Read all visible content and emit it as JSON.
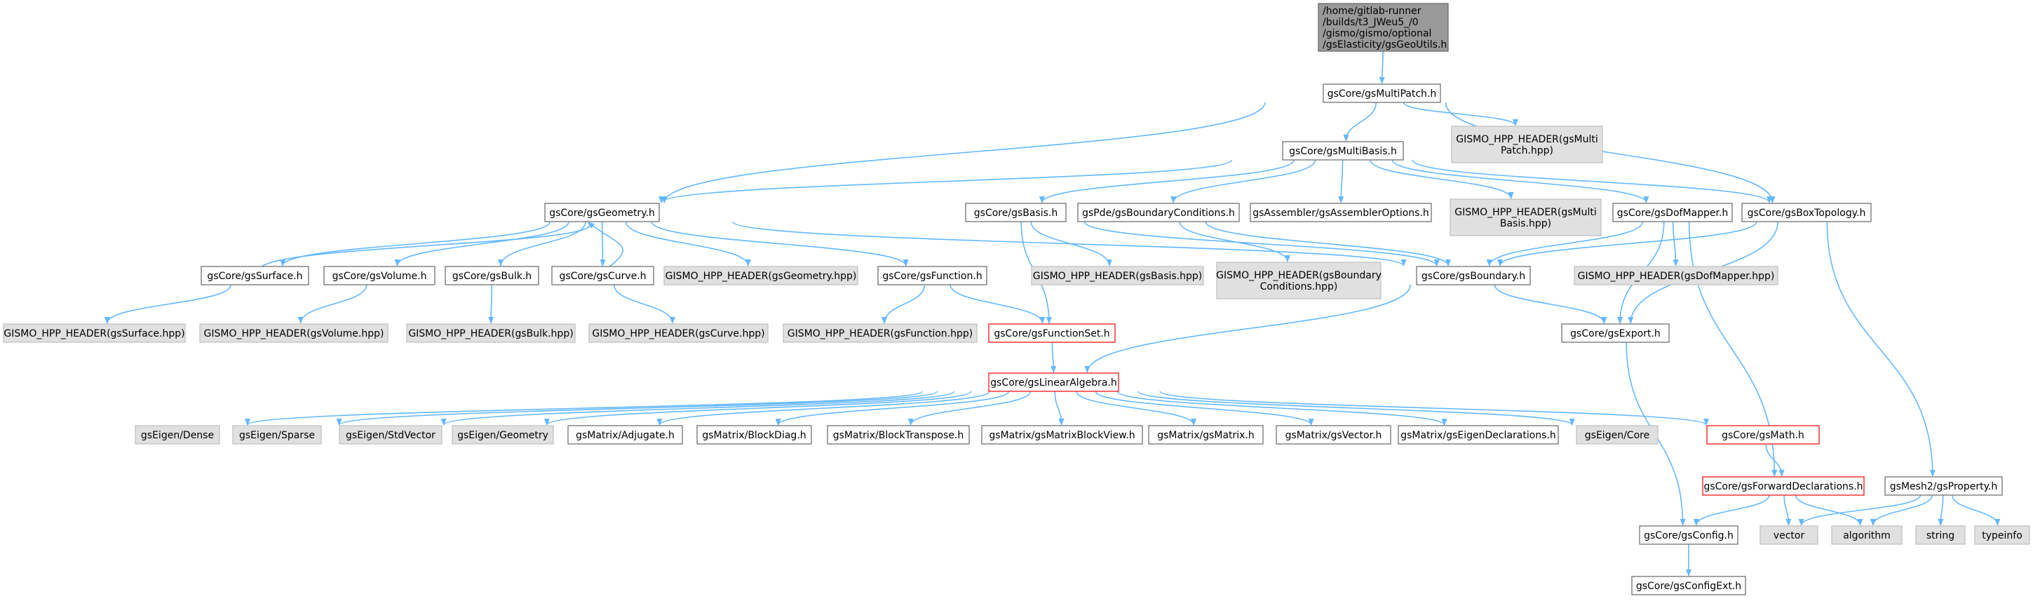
{
  "diagram": {
    "type": "include-dependency-graph",
    "colors": {
      "edge": "#63b8ff",
      "root_fill": "#999999",
      "normal_fill": "#ffffff",
      "normal_border": "#666666",
      "missing_fill": "#e0e0e0",
      "missing_border": "#bfbfbf",
      "truncated_border": "#ff0000"
    },
    "nodes": [
      {
        "id": "root",
        "kind": "root",
        "lines": [
          "/home/gitlab-runner",
          "/builds/t3_JWeu5_/0",
          "/gismo/gismo/optional",
          "/gsElasticity/gsGeoUtils.h"
        ]
      },
      {
        "id": "multipatch",
        "kind": "normal",
        "lines": [
          "gsCore/gsMultiPatch.h"
        ]
      },
      {
        "id": "hdr_multipatch",
        "kind": "missing",
        "lines": [
          "GISMO_HPP_HEADER(gsMulti",
          "Patch.hpp)"
        ]
      },
      {
        "id": "multibasis",
        "kind": "normal",
        "lines": [
          "gsCore/gsMultiBasis.h"
        ]
      },
      {
        "id": "geometry",
        "kind": "normal",
        "lines": [
          "gsCore/gsGeometry.h"
        ]
      },
      {
        "id": "basis",
        "kind": "normal",
        "lines": [
          "gsCore/gsBasis.h"
        ]
      },
      {
        "id": "pdebc",
        "kind": "normal",
        "lines": [
          "gsPde/gsBoundaryConditions.h"
        ]
      },
      {
        "id": "assembleropts",
        "kind": "normal",
        "lines": [
          "gsAssembler/gsAssemblerOptions.h"
        ]
      },
      {
        "id": "hdr_multibasis",
        "kind": "missing",
        "lines": [
          "GISMO_HPP_HEADER(gsMulti",
          "Basis.hpp)"
        ]
      },
      {
        "id": "dofmapper",
        "kind": "normal",
        "lines": [
          "gsCore/gsDofMapper.h"
        ]
      },
      {
        "id": "boxtopology",
        "kind": "normal",
        "lines": [
          "gsCore/gsBoxTopology.h"
        ]
      },
      {
        "id": "surface",
        "kind": "normal",
        "lines": [
          "gsCore/gsSurface.h"
        ]
      },
      {
        "id": "volume",
        "kind": "normal",
        "lines": [
          "gsCore/gsVolume.h"
        ]
      },
      {
        "id": "bulk",
        "kind": "normal",
        "lines": [
          "gsCore/gsBulk.h"
        ]
      },
      {
        "id": "curve",
        "kind": "normal",
        "lines": [
          "gsCore/gsCurve.h"
        ]
      },
      {
        "id": "hdr_geometry",
        "kind": "missing",
        "lines": [
          "GISMO_HPP_HEADER(gsGeometry.hpp)"
        ]
      },
      {
        "id": "function",
        "kind": "normal",
        "lines": [
          "gsCore/gsFunction.h"
        ]
      },
      {
        "id": "hdr_basis",
        "kind": "missing",
        "lines": [
          "GISMO_HPP_HEADER(gsBasis.hpp)"
        ]
      },
      {
        "id": "hdr_bc",
        "kind": "missing",
        "lines": [
          "GISMO_HPP_HEADER(gsBoundary",
          "Conditions.hpp)"
        ]
      },
      {
        "id": "boundary",
        "kind": "normal",
        "lines": [
          "gsCore/gsBoundary.h"
        ]
      },
      {
        "id": "hdr_dofmapper",
        "kind": "missing",
        "lines": [
          "GISMO_HPP_HEADER(gsDofMapper.hpp)"
        ]
      },
      {
        "id": "hdr_surface",
        "kind": "missing",
        "lines": [
          "GISMO_HPP_HEADER(gsSurface.hpp)"
        ]
      },
      {
        "id": "hdr_volume",
        "kind": "missing",
        "lines": [
          "GISMO_HPP_HEADER(gsVolume.hpp)"
        ]
      },
      {
        "id": "hdr_bulk",
        "kind": "missing",
        "lines": [
          "GISMO_HPP_HEADER(gsBulk.hpp)"
        ]
      },
      {
        "id": "hdr_curve",
        "kind": "missing",
        "lines": [
          "GISMO_HPP_HEADER(gsCurve.hpp)"
        ]
      },
      {
        "id": "hdr_function",
        "kind": "missing",
        "lines": [
          "GISMO_HPP_HEADER(gsFunction.hpp)"
        ]
      },
      {
        "id": "functionset",
        "kind": "truncated",
        "lines": [
          "gsCore/gsFunctionSet.h"
        ]
      },
      {
        "id": "export",
        "kind": "normal",
        "lines": [
          "gsCore/gsExport.h"
        ]
      },
      {
        "id": "linalg",
        "kind": "truncated",
        "lines": [
          "gsCore/gsLinearAlgebra.h"
        ]
      },
      {
        "id": "eigen_dense",
        "kind": "missing",
        "lines": [
          "gsEigen/Dense"
        ]
      },
      {
        "id": "eigen_sparse",
        "kind": "missing",
        "lines": [
          "gsEigen/Sparse"
        ]
      },
      {
        "id": "eigen_stdvector",
        "kind": "missing",
        "lines": [
          "gsEigen/StdVector"
        ]
      },
      {
        "id": "eigen_geometry",
        "kind": "missing",
        "lines": [
          "gsEigen/Geometry"
        ]
      },
      {
        "id": "adjugate",
        "kind": "normal",
        "lines": [
          "gsMatrix/Adjugate.h"
        ]
      },
      {
        "id": "blockdiag",
        "kind": "normal",
        "lines": [
          "gsMatrix/BlockDiag.h"
        ]
      },
      {
        "id": "blocktranspose",
        "kind": "normal",
        "lines": [
          "gsMatrix/BlockTranspose.h"
        ]
      },
      {
        "id": "matrixblockview",
        "kind": "normal",
        "lines": [
          "gsMatrix/gsMatrixBlockView.h"
        ]
      },
      {
        "id": "gsmatrix",
        "kind": "normal",
        "lines": [
          "gsMatrix/gsMatrix.h"
        ]
      },
      {
        "id": "gsvector",
        "kind": "normal",
        "lines": [
          "gsMatrix/gsVector.h"
        ]
      },
      {
        "id": "eigendecl",
        "kind": "normal",
        "lines": [
          "gsMatrix/gsEigenDeclarations.h"
        ]
      },
      {
        "id": "eigen_core",
        "kind": "missing",
        "lines": [
          "gsEigen/Core"
        ]
      },
      {
        "id": "gsmath",
        "kind": "truncated",
        "lines": [
          "gsCore/gsMath.h"
        ]
      },
      {
        "id": "fwddecl",
        "kind": "truncated",
        "lines": [
          "gsCore/gsForwardDeclarations.h"
        ]
      },
      {
        "id": "property",
        "kind": "normal",
        "lines": [
          "gsMesh2/gsProperty.h"
        ]
      },
      {
        "id": "config",
        "kind": "normal",
        "lines": [
          "gsCore/gsConfig.h"
        ]
      },
      {
        "id": "vector",
        "kind": "missing",
        "lines": [
          "vector"
        ]
      },
      {
        "id": "algorithm",
        "kind": "missing",
        "lines": [
          "algorithm"
        ]
      },
      {
        "id": "string",
        "kind": "missing",
        "lines": [
          "string"
        ]
      },
      {
        "id": "typeinfo",
        "kind": "missing",
        "lines": [
          "typeinfo"
        ]
      },
      {
        "id": "configext",
        "kind": "normal",
        "lines": [
          "gsCore/gsConfigExt.h"
        ]
      }
    ],
    "edges": [
      [
        "root",
        "multipatch"
      ],
      [
        "multipatch",
        "multibasis"
      ],
      [
        "multipatch",
        "geometry"
      ],
      [
        "multipatch",
        "hdr_multipatch"
      ],
      [
        "multipatch",
        "boxtopology"
      ],
      [
        "multibasis",
        "geometry"
      ],
      [
        "multibasis",
        "basis"
      ],
      [
        "multibasis",
        "pdebc"
      ],
      [
        "multibasis",
        "assembleropts"
      ],
      [
        "multibasis",
        "hdr_multibasis"
      ],
      [
        "multibasis",
        "dofmapper"
      ],
      [
        "multibasis",
        "boxtopology"
      ],
      [
        "geometry",
        "surface"
      ],
      [
        "geometry",
        "volume"
      ],
      [
        "geometry",
        "bulk"
      ],
      [
        "geometry",
        "curve"
      ],
      [
        "geometry",
        "hdr_geometry"
      ],
      [
        "geometry",
        "function"
      ],
      [
        "geometry",
        "boundary"
      ],
      [
        "surface",
        "geometry"
      ],
      [
        "surface",
        "hdr_surface"
      ],
      [
        "volume",
        "hdr_volume"
      ],
      [
        "bulk",
        "hdr_bulk"
      ],
      [
        "curve",
        "geometry"
      ],
      [
        "curve",
        "hdr_curve"
      ],
      [
        "function",
        "functionset"
      ],
      [
        "function",
        "hdr_function"
      ],
      [
        "basis",
        "hdr_basis"
      ],
      [
        "basis",
        "functionset"
      ],
      [
        "basis",
        "boundary"
      ],
      [
        "pdebc",
        "hdr_bc"
      ],
      [
        "pdebc",
        "boundary"
      ],
      [
        "dofmapper",
        "boundary"
      ],
      [
        "dofmapper",
        "hdr_dofmapper"
      ],
      [
        "dofmapper",
        "export"
      ],
      [
        "dofmapper",
        "fwddecl"
      ],
      [
        "boxtopology",
        "boundary"
      ],
      [
        "boxtopology",
        "export"
      ],
      [
        "boxtopology",
        "property"
      ],
      [
        "boundary",
        "export"
      ],
      [
        "boundary",
        "linalg"
      ],
      [
        "functionset",
        "linalg"
      ],
      [
        "export",
        "config"
      ],
      [
        "linalg",
        "eigen_dense"
      ],
      [
        "linalg",
        "eigen_sparse"
      ],
      [
        "linalg",
        "eigen_stdvector"
      ],
      [
        "linalg",
        "eigen_geometry"
      ],
      [
        "linalg",
        "adjugate"
      ],
      [
        "linalg",
        "blockdiag"
      ],
      [
        "linalg",
        "blocktranspose"
      ],
      [
        "linalg",
        "matrixblockview"
      ],
      [
        "linalg",
        "gsmatrix"
      ],
      [
        "linalg",
        "gsvector"
      ],
      [
        "linalg",
        "eigendecl"
      ],
      [
        "linalg",
        "eigen_core"
      ],
      [
        "linalg",
        "gsmath"
      ],
      [
        "gsmath",
        "fwddecl"
      ],
      [
        "fwddecl",
        "config"
      ],
      [
        "fwddecl",
        "vector"
      ],
      [
        "fwddecl",
        "algorithm"
      ],
      [
        "property",
        "vector"
      ],
      [
        "property",
        "algorithm"
      ],
      [
        "property",
        "string"
      ],
      [
        "property",
        "typeinfo"
      ],
      [
        "config",
        "configext"
      ]
    ]
  }
}
